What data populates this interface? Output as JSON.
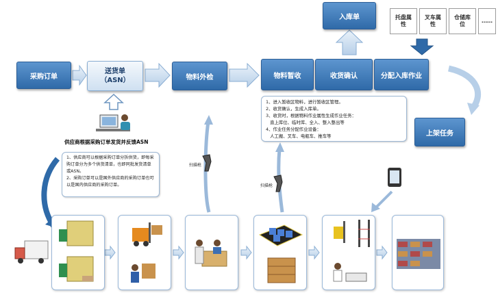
{
  "top": {
    "inbound_order": "入库单",
    "attributes": [
      "托盘属性",
      "叉车属性",
      "仓储库位",
      "……"
    ]
  },
  "flow": {
    "purchase_order": "采购订单",
    "asn_line1": "送货单",
    "asn_line2": "（ASN）",
    "inspection": "物料外检",
    "temp_receive": "物料暂收",
    "receive_confirm": "收货确认",
    "assign_putaway": "分配入库作业",
    "shelving_task": "上架任务"
  },
  "supplier": {
    "caption": "供应商根据采购订单发货并反馈ASN",
    "note": [
      "1、供应商可以根据采购订单分拆供货，即每采购订单分为多个供货清单，也即同批发货清单或ASN。",
      "2、采购订单可以是国外供应商的采购订单也可以是国内供应商的采购订单。"
    ]
  },
  "receiving_note": [
    "1、进入暂收区物料，进行暂收区管理。",
    "2、收货确认，生成入库单。",
    "3、收货时，根据物料作业属性生成作业任务：",
    "   直上库位、临时库、全入、整入整出等",
    "4、作业任务分配作业设备：",
    "   人工搬、叉车、电瓶车、推车等"
  ],
  "scanner_labels": [
    "扫描枪",
    "扫描枪"
  ]
}
